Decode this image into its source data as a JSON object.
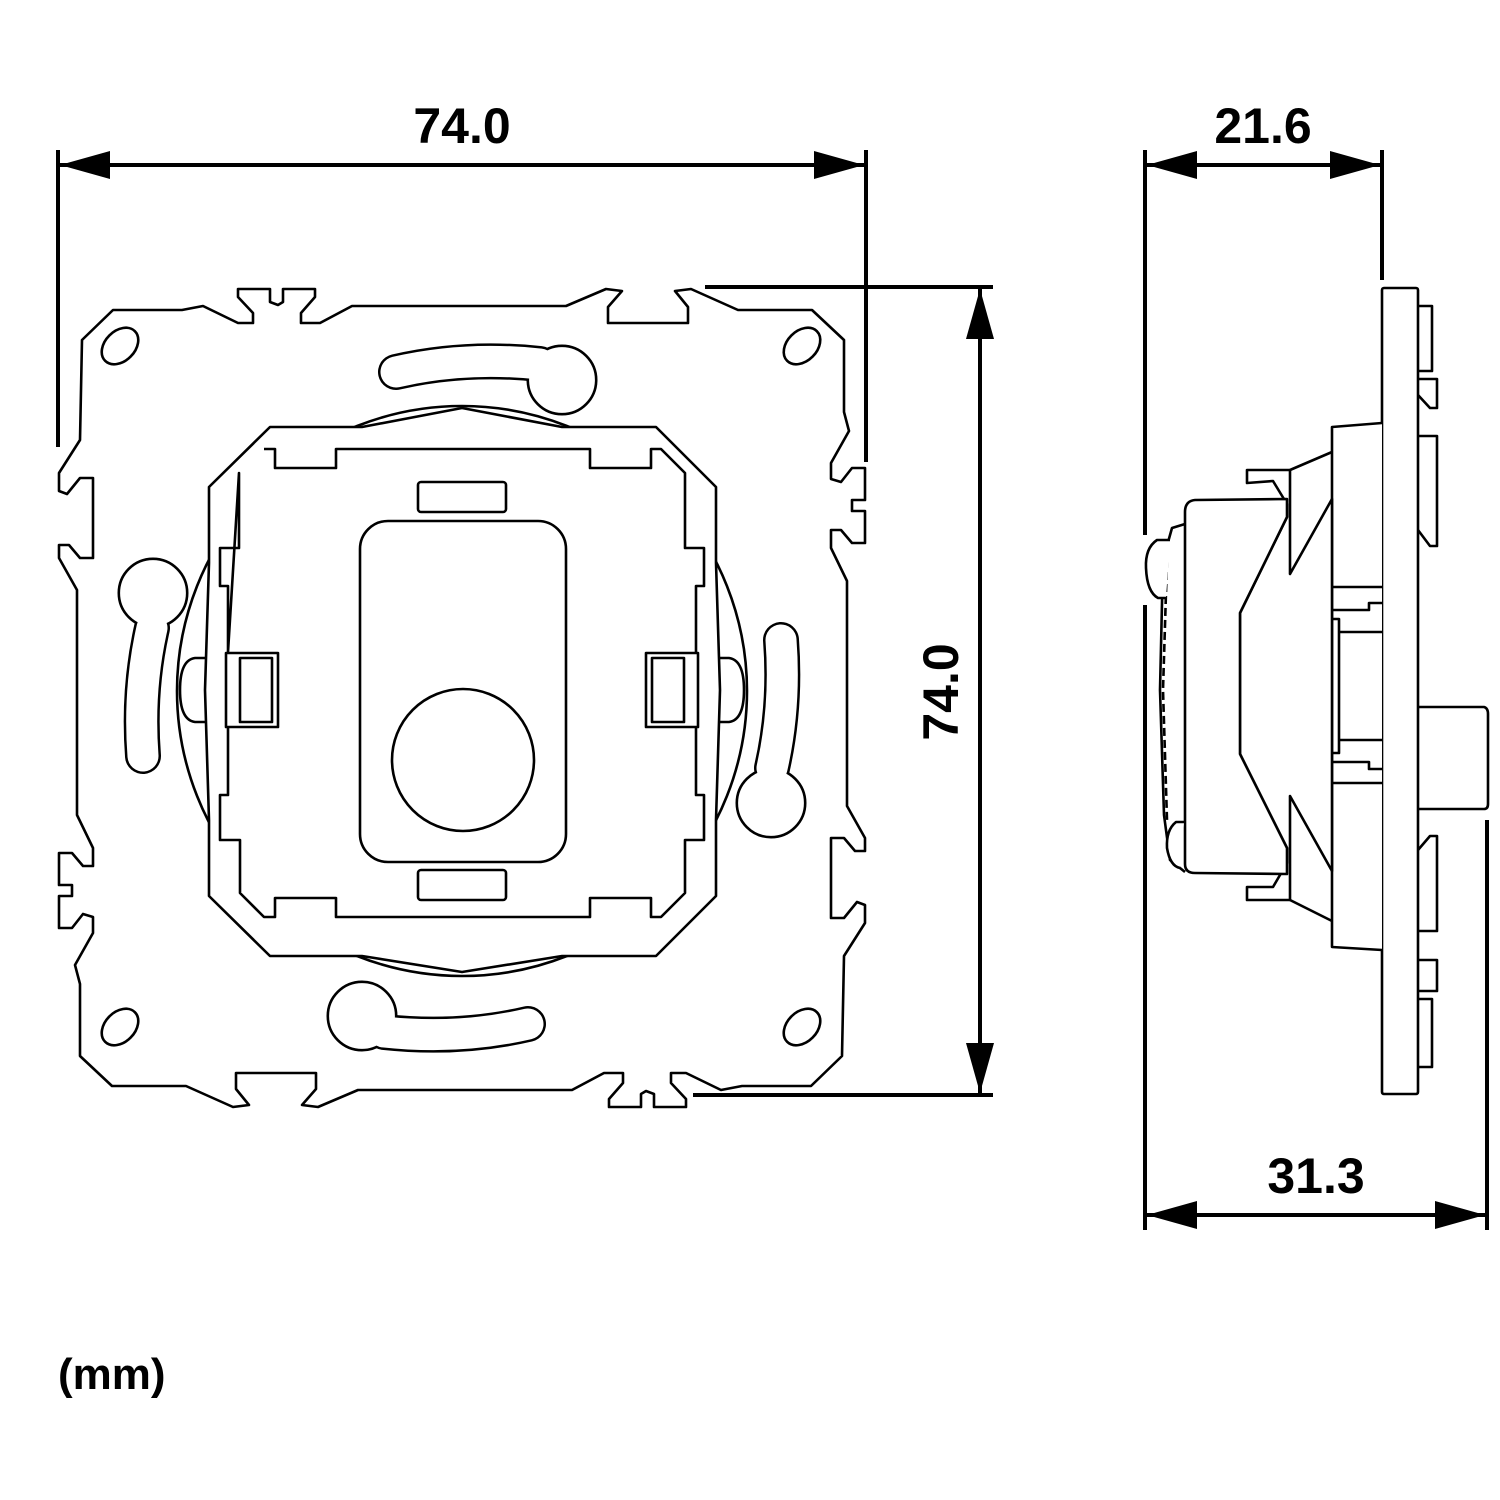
{
  "drawing": {
    "front_view": {
      "width_label": "74.0",
      "height_label": "74.0"
    },
    "side_view": {
      "plate_depth_label": "21.6",
      "total_depth_label": "31.3"
    },
    "unit_label": "(mm)"
  }
}
